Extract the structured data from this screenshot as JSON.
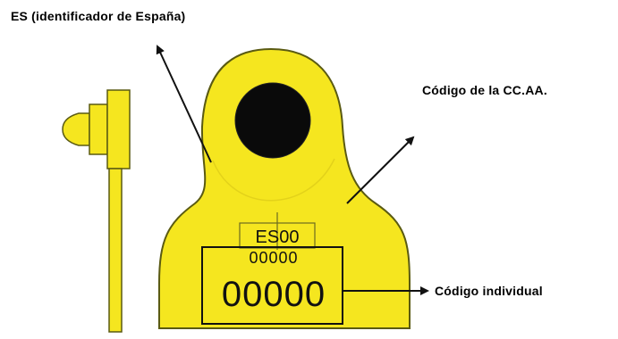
{
  "labels": {
    "country": "ES (identificador de España)",
    "region": "Código de la CC.AA.",
    "individual": "Código individual"
  },
  "tag": {
    "country_region": "ES00",
    "small_code": "00000",
    "large_code": "00000"
  },
  "colors": {
    "tag_fill": "#f5e61f",
    "outline": "#5a5a12",
    "hole": "#0a0a0a",
    "arrow": "#111111"
  }
}
